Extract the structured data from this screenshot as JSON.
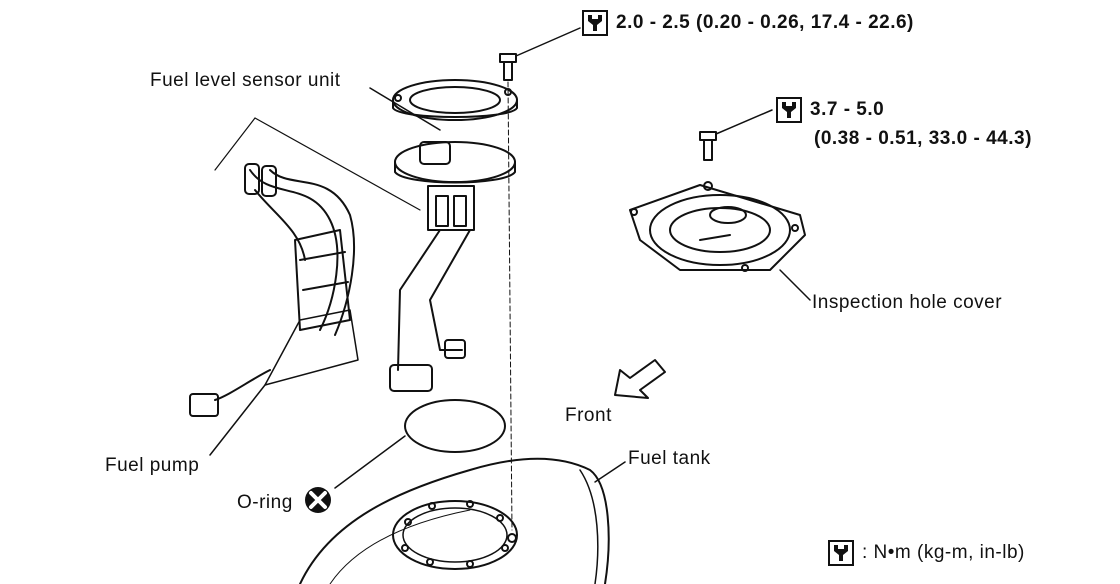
{
  "labels": {
    "fuel_level_sensor_unit": "Fuel level sensor unit",
    "inspection_hole_cover": "Inspection hole cover",
    "front": "Front",
    "fuel_tank": "Fuel tank",
    "fuel_pump": "Fuel pump",
    "o_ring": "O-ring"
  },
  "torque_specs": {
    "sensor_bolt": "2.0 - 2.5 (0.20 - 0.26, 17.4 - 22.6)",
    "cover_bolt_line1": "3.7 - 5.0",
    "cover_bolt_line2": "(0.38 - 0.51, 33.0 - 44.3)"
  },
  "legend": {
    "units": ": N•m (kg-m, in-lb)"
  },
  "icons": {
    "torque": "torque-wrench-icon",
    "replace": "do-not-reuse-icon"
  }
}
